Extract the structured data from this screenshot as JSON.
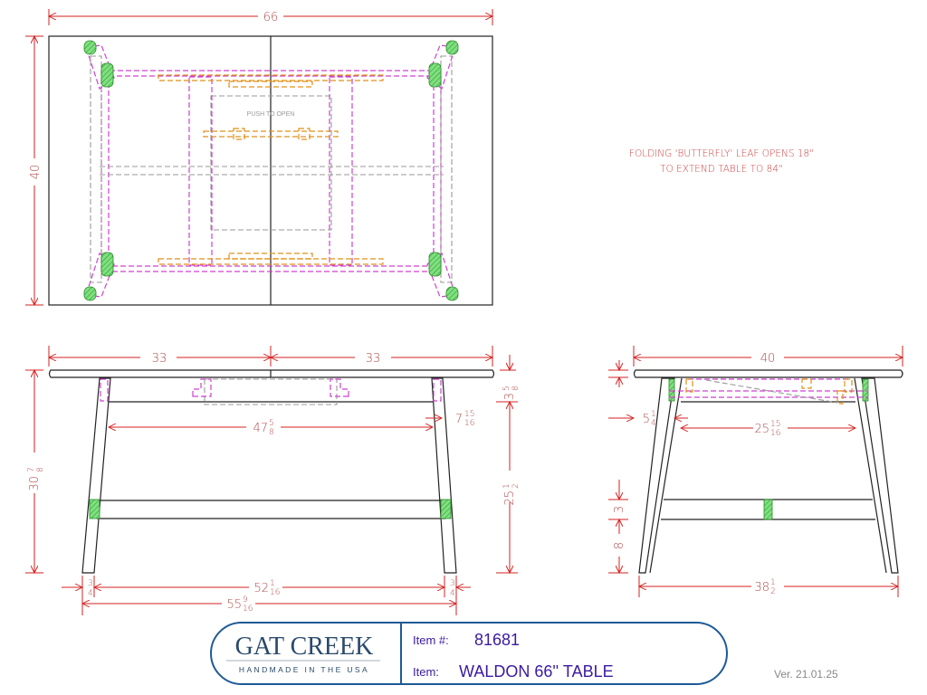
{
  "note": {
    "line1": "FOLDING 'BUTTERFLY' LEAF OPENS 18\"",
    "line2": "TO EXTEND TABLE TO 84\""
  },
  "top_view": {
    "width_dim": "66",
    "depth_dim": "40",
    "push_label": "PUSH TO OPEN"
  },
  "front_view": {
    "half_left": "33",
    "half_right": "33",
    "height": {
      "whole": "30",
      "num": "7",
      "den": "8"
    },
    "apron": {
      "whole": "3",
      "num": "5",
      "den": "8"
    },
    "leg_inset": {
      "whole": "7",
      "num": "15",
      "den": "16"
    },
    "stretcher_height": {
      "whole": "25",
      "num": "1",
      "den": "2"
    },
    "inner_span": {
      "whole": "47",
      "num": "5",
      "den": "8"
    },
    "foot_inner": {
      "whole": "52",
      "num": "1",
      "den": "16"
    },
    "foot_outer": {
      "whole": "55",
      "num": "9",
      "den": "16"
    },
    "leg_left": {
      "num": "3",
      "den": "4"
    },
    "leg_right": {
      "num": "3",
      "den": "4"
    }
  },
  "side_view": {
    "width_dim": "40",
    "leg_inset": {
      "whole": "5",
      "num": "1",
      "den": "4"
    },
    "inner_span": {
      "whole": "25",
      "num": "15",
      "den": "16"
    },
    "stretcher_width": "3",
    "stretcher_height": "8",
    "foot_span": {
      "whole": "38",
      "num": "1",
      "den": "2"
    }
  },
  "title_block": {
    "brand": "GAT CREEK",
    "tagline": "HANDMADE IN THE USA",
    "item_no_label": "Item #:",
    "item_no": "81681",
    "item_label": "Item:",
    "item_name": "WALDON 66'' TABLE",
    "version": "Ver. 21.01.25",
    "colors": {
      "border": "#1f5a96",
      "brand": "#2a4a6a",
      "value": "#3a1aa0",
      "dimension": "#d42020"
    }
  }
}
